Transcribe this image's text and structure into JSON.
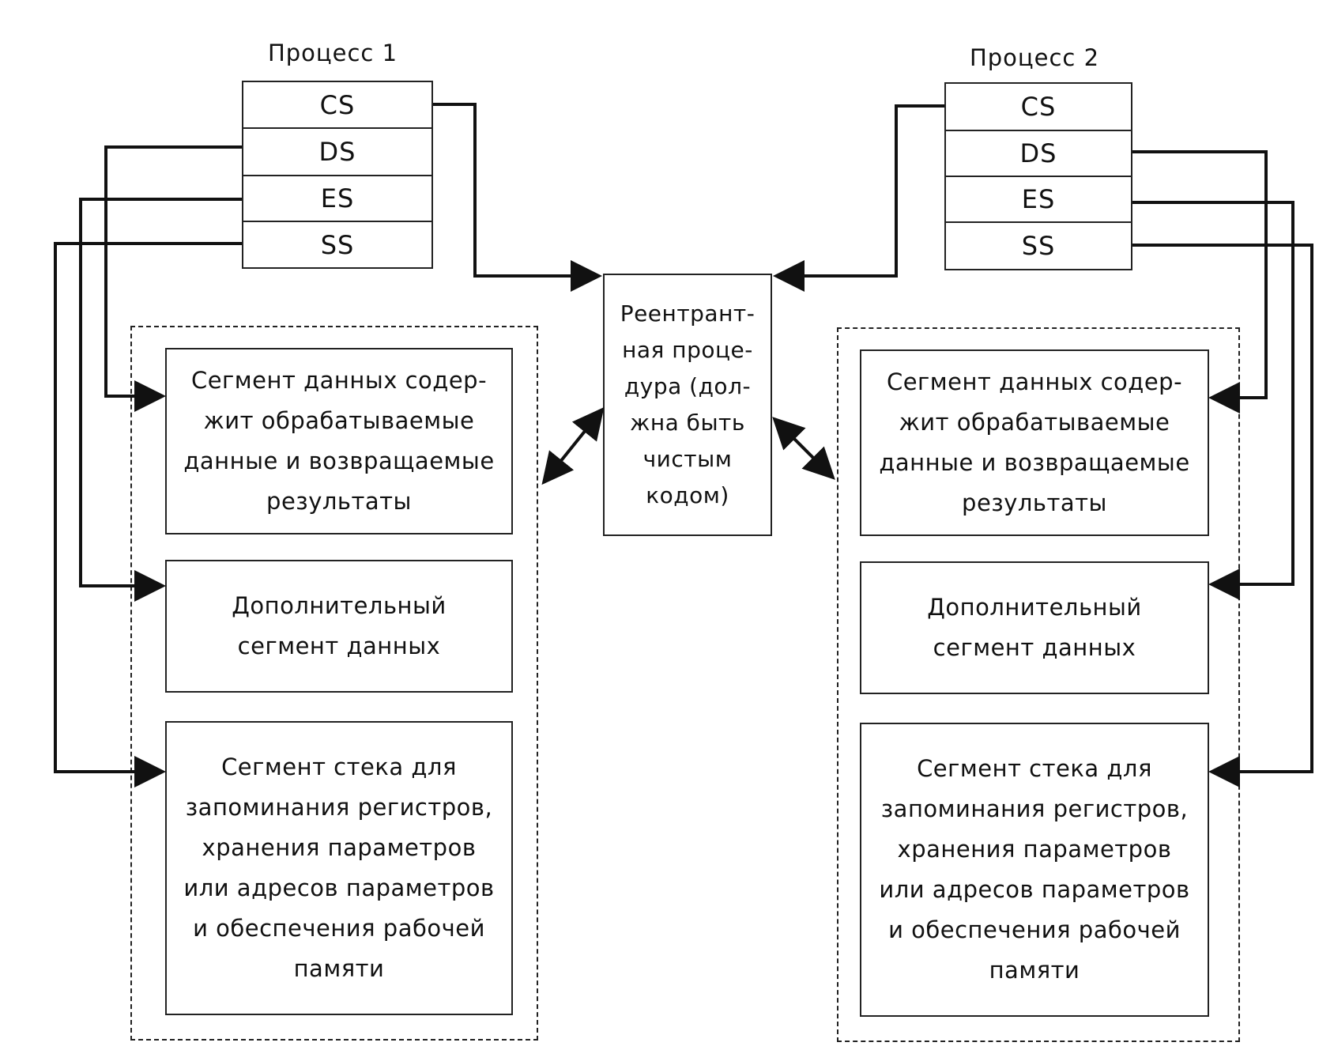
{
  "process1": {
    "title": "Процесс 1",
    "registers": [
      "CS",
      "DS",
      "ES",
      "SS"
    ],
    "segments": {
      "data": "Сегмент данных содер-\nжит обрабатываемые\nданные и возвращаемые\nрезультаты",
      "extra": "Дополнительный\nсегмент данных",
      "stack": "Сегмент стека для\nзапоминания регистров,\nхранения параметров\nили адресов параметров\nи обеспечения рабочей\nпамяти"
    }
  },
  "process2": {
    "title": "Процесс 2",
    "registers": [
      "CS",
      "DS",
      "ES",
      "SS"
    ],
    "segments": {
      "data": "Сегмент данных содер-\nжит обрабатываемые\nданные и возвращаемые\nрезультаты",
      "extra": "Дополнительный\nсегмент данных",
      "stack": "Сегмент стека для\nзапоминания регистров,\nхранения параметров\nили адресов параметров\nи обеспечения рабочей\nпамяти"
    }
  },
  "procedure": {
    "text": "Реентрант-\nная проце-\nдура (дол-\nжна быть\nчистым\nкодом)"
  }
}
